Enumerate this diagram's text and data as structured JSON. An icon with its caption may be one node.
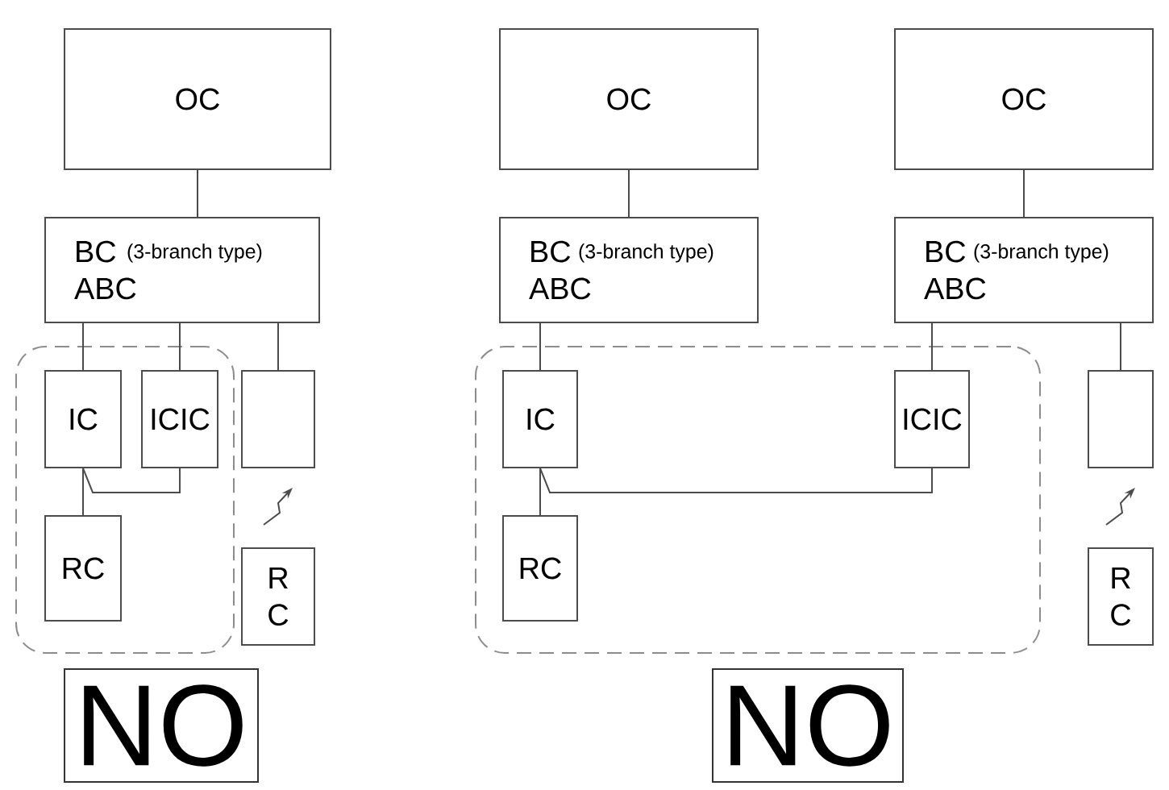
{
  "diagram": {
    "nodes": [
      {
        "text": [
          "OC"
        ]
      },
      {
        "text": [
          "BC",
          "ABC"
        ]
      },
      {
        "text": [],
        "shape": "box"
      },
      {
        "text": [
          "IC"
        ],
        "in": 2
      },
      {
        "text": [
          "ICIC"
        ],
        "in": 2
      },
      {
        "text": [
          "RC"
        ],
        "in": 2
      },
      {
        "text": [],
        "shape": "box"
      },
      {
        "text": [
          "R C"
        ]
      },
      {
        "text": [
          "NO"
        ]
      },
      {
        "text": [
          "OC"
        ]
      },
      {
        "text": [
          "BC",
          "ABC"
        ]
      },
      {
        "text": [],
        "shape": "box"
      },
      {
        "text": [
          "IC"
        ],
        "in": 11
      },
      {
        "text": [
          "ICIC"
        ],
        "in": 11
      },
      {
        "text": [
          "RC"
        ],
        "in": 11
      },
      {
        "text": [
          "OC"
        ]
      },
      {
        "text": [
          "BC",
          "ABC"
        ]
      },
      {
        "text": [],
        "shape": "box"
      },
      {
        "text": [
          "R C"
        ]
      },
      {
        "text": [
          "NO"
        ]
      }
    ],
    "edges": [
      {
        "from": 0,
        "to": 1,
        "arrow": "none"
      },
      {
        "from": 1,
        "to": 3,
        "arrow": "none"
      },
      {
        "from": 1,
        "to": 4,
        "arrow": "none"
      },
      {
        "from": 1,
        "to": 6,
        "arrow": "none"
      },
      {
        "from": 3,
        "to": 5,
        "arrow": "none"
      },
      {
        "from": 4,
        "to": 3,
        "arrow": "none"
      },
      {
        "from": 7,
        "to": 6,
        "arrow": "to"
      },
      {
        "from": 9,
        "to": 10,
        "arrow": "none"
      },
      {
        "from": 10,
        "to": 12,
        "arrow": "none"
      },
      {
        "from": 12,
        "to": 14,
        "arrow": "none"
      },
      {
        "from": 13,
        "to": 12,
        "arrow": "none"
      },
      {
        "from": 15,
        "to": 16,
        "arrow": "none"
      },
      {
        "from": 16,
        "to": 13,
        "arrow": "none"
      },
      {
        "from": 16,
        "to": 17,
        "arrow": "none"
      },
      {
        "from": 18,
        "to": 17,
        "arrow": "to"
      }
    ],
    "labels": [
      "(3-branch type)",
      "(3-branch type)",
      "(3-branch type)"
    ]
  }
}
